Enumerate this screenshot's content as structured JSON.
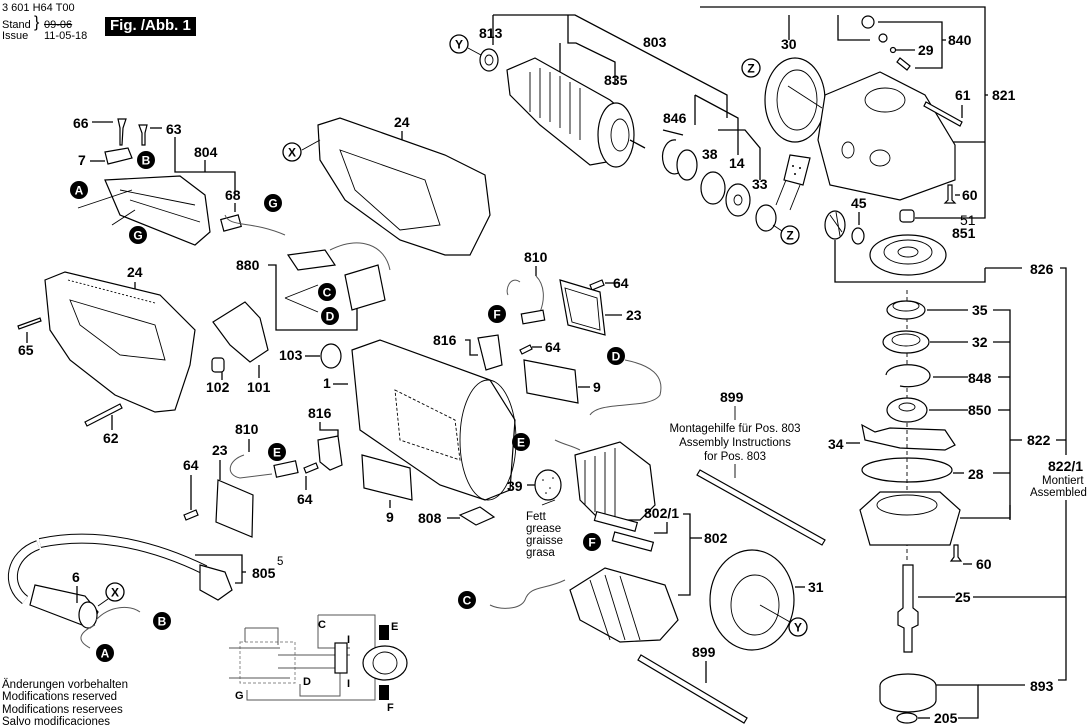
{
  "header": {
    "doc_number": "3 601 H64 T00",
    "stand_label": "Stand",
    "issue_label": "Issue",
    "old_date": "09-06",
    "issue_date": "11-05-18",
    "figure_label": "Fig. /Abb. 1"
  },
  "footer": {
    "lines": [
      "Änderungen vorbehalten",
      "Modifications reserved",
      "Modifications reservees",
      "Salvo modificaciones"
    ]
  },
  "notes": {
    "assembly_aid": {
      "part": "899",
      "lines": [
        "Montagehilfe für Pos. 803",
        "Assembly Instructions",
        "for Pos. 803"
      ]
    },
    "grease": [
      "Fett",
      "grease",
      "graisse",
      "grasa"
    ],
    "assembled": {
      "part": "822/1",
      "lines": [
        "Montiert",
        "Assembled"
      ]
    }
  },
  "part_labels": {
    "p813": "813",
    "p803": "803",
    "p835": "835",
    "p30": "30",
    "p840": "840",
    "p29": "29",
    "p821": "821",
    "p61": "61",
    "p846": "846",
    "p38": "38",
    "p14": "14",
    "p33": "33",
    "p60a": "60",
    "p51": "51",
    "p851": "851",
    "p45": "45",
    "p826": "826",
    "p66": "66",
    "p63": "63",
    "p7": "7",
    "p804": "804",
    "p68": "68",
    "p24a": "24",
    "p880": "880",
    "p24b": "24",
    "p65": "65",
    "p102": "102",
    "p101": "101",
    "p62": "62",
    "p103": "103",
    "p1": "1",
    "p810a": "810",
    "p64a": "64",
    "p23a": "23",
    "p816a": "816",
    "p64b": "64",
    "p9a": "9",
    "p899a": "899",
    "p35": "35",
    "p32": "32",
    "p848": "848",
    "p850": "850",
    "p34": "34",
    "p822": "822",
    "p28": "28",
    "p8221": "822/1",
    "p810b": "810",
    "p816b": "816",
    "p23b": "23",
    "p64c": "64",
    "p64d": "64",
    "p9b": "9",
    "p808": "808",
    "p39": "39",
    "p8021": "802/1",
    "p802": "802",
    "p60b": "60",
    "p31": "31",
    "p25": "25",
    "p5": "5",
    "p805": "805",
    "p6": "6",
    "p899b": "899",
    "p893": "893",
    "p205": "205"
  },
  "callouts": {
    "filled": {
      "A1": "A",
      "B1": "B",
      "G1": "G",
      "G2": "G",
      "C1": "C",
      "D1": "D",
      "F1": "F",
      "D2": "D",
      "E1": "E",
      "E2": "E",
      "F2": "F",
      "C2": "C",
      "B2": "B",
      "A2": "A"
    },
    "outline": {
      "Y1": "Y",
      "X1": "X",
      "Z1": "Z",
      "Z2": "Z",
      "Y2": "Y",
      "X2": "X"
    }
  },
  "schematic": {
    "labels": {
      "C": "C",
      "D": "D",
      "E": "E",
      "F": "F",
      "G": "G",
      "I1": "I",
      "I2": "I"
    }
  }
}
